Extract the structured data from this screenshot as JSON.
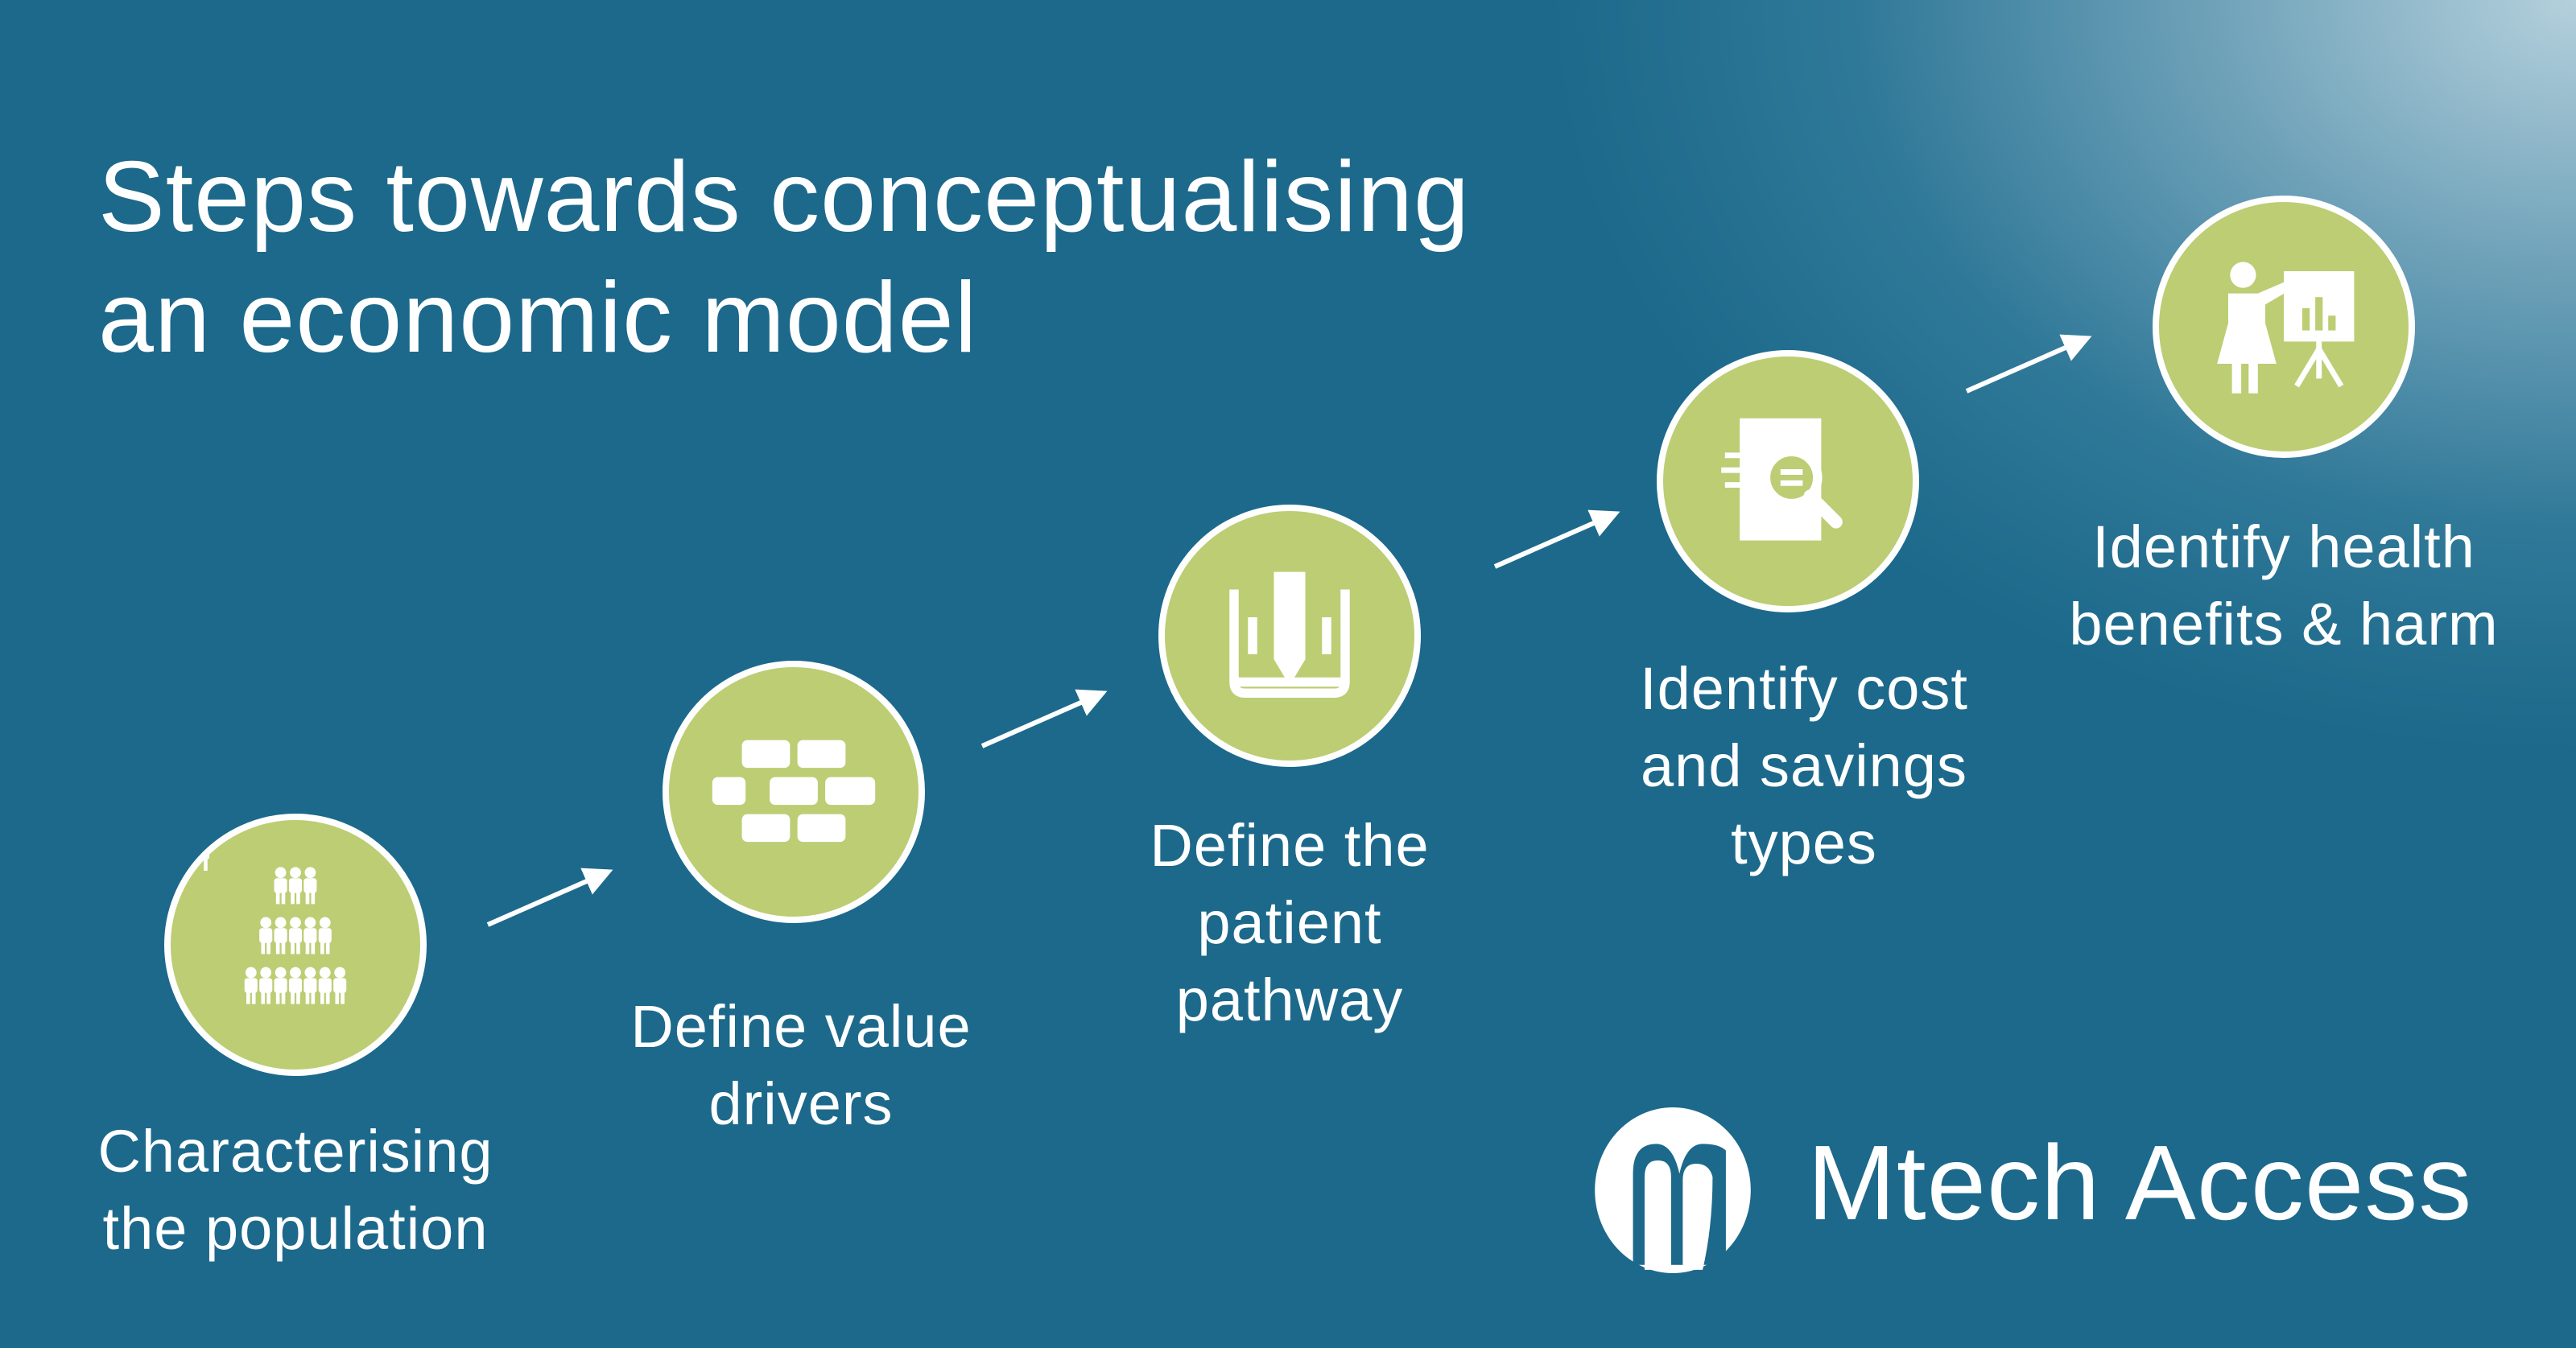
{
  "title": {
    "line1": "Steps towards conceptualising",
    "line2": "an economic model"
  },
  "steps": [
    {
      "icon": "population-pyramid-icon",
      "line1": "Characterising",
      "line2": "the population"
    },
    {
      "icon": "brick-wall-icon",
      "line1": "Define value",
      "line2": "drivers"
    },
    {
      "icon": "blueprint-pencil-icon",
      "line1": "Define the",
      "line2": "patient",
      "line3": "pathway"
    },
    {
      "icon": "document-search-icon",
      "line1": "Identify cost",
      "line2": "and savings",
      "line3": "types"
    },
    {
      "icon": "presentation-icon",
      "line1": "Identify health",
      "line2": "benefits & harm"
    }
  ],
  "brand": {
    "name": "Mtech Access"
  },
  "colors": {
    "background": "#1c698b",
    "accent": "#bccd74",
    "text": "#ffffff"
  }
}
